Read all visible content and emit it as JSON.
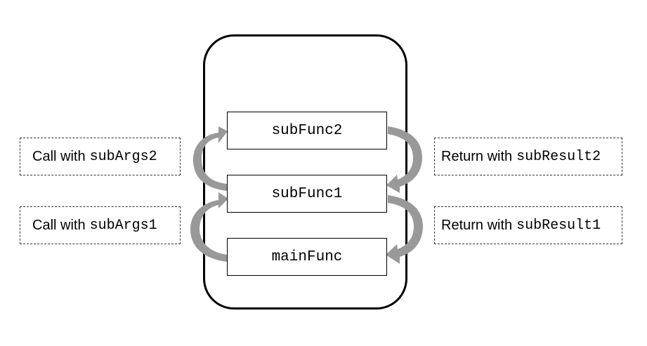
{
  "stack": {
    "frames": [
      {
        "name": "subFunc2"
      },
      {
        "name": "subFunc1"
      },
      {
        "name": "mainFunc"
      }
    ]
  },
  "calls": [
    {
      "prefix": "Call with",
      "arg": "subArgs2"
    },
    {
      "prefix": "Call with",
      "arg": "subArgs1"
    }
  ],
  "returns": [
    {
      "prefix": "Return with",
      "arg": "subResult2"
    },
    {
      "prefix": "Return with",
      "arg": "subResult1"
    }
  ],
  "colors": {
    "arrow": "#999999",
    "stroke": "#000000"
  }
}
